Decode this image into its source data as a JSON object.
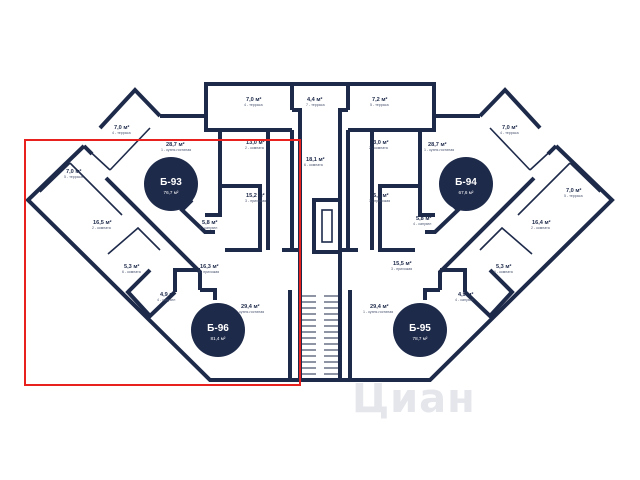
{
  "apartments": {
    "b93": {
      "code": "Б-93",
      "area": "76,7 м²"
    },
    "b94": {
      "code": "Б-94",
      "area": "67,6 м²"
    },
    "b95": {
      "code": "Б-95",
      "area": "78,7 м²"
    },
    "b96": {
      "code": "Б-96",
      "area": "81,4 м²"
    }
  },
  "rooms": {
    "r1": {
      "area": "7,0 м²",
      "name": "4 - терраса"
    },
    "r2": {
      "area": "4,4 м²",
      "name": "7 - терраса"
    },
    "r3": {
      "area": "7,2 м²",
      "name": "5 - терраса"
    },
    "r4": {
      "area": "7,0 м²",
      "name": "4 - терраса"
    },
    "r5": {
      "area": "7,0 м²",
      "name": "4 - терраса"
    },
    "r6": {
      "area": "28,7 м²",
      "name": "1 - кухня-гостиная"
    },
    "r7": {
      "area": "13,0 м²",
      "name": "2 - комната"
    },
    "r8": {
      "area": "13,0 м²",
      "name": "2 - комната"
    },
    "r9": {
      "area": "28,7 м²",
      "name": "1 - кухня-гостиная"
    },
    "r10": {
      "area": "7,0 м²",
      "name": "5 - терраса"
    },
    "r11": {
      "area": "18,1 м²",
      "name": "6 - комната"
    },
    "r12": {
      "area": "15,2 м²",
      "name": "3 - прихожая"
    },
    "r13": {
      "area": "15,2 м²",
      "name": "3 - прихожая"
    },
    "r14": {
      "area": "7,0 м²",
      "name": "5 - терраса"
    },
    "r15": {
      "area": "5,8 м²",
      "name": "4 - санузел"
    },
    "r16": {
      "area": "5,8 м²",
      "name": "4 - санузел"
    },
    "r17": {
      "area": "16,5 м²",
      "name": "2 - комната"
    },
    "r18": {
      "area": "16,4 м²",
      "name": "2 - комната"
    },
    "r19": {
      "area": "5,3 м²",
      "name": "6 - комната"
    },
    "r20": {
      "area": "16,3 м²",
      "name": "3 - прихожая"
    },
    "r21": {
      "area": "15,5 м²",
      "name": "3 - прихожая"
    },
    "r22": {
      "area": "5,3 м²",
      "name": "6 - комната"
    },
    "r23": {
      "area": "4,9 м²",
      "name": "4 - санузел"
    },
    "r24": {
      "area": "4,9 м²",
      "name": "4 - санузел"
    },
    "r25": {
      "area": "29,4 м²",
      "name": "1 - кухня-гостиная"
    },
    "r26": {
      "area": "29,4 м²",
      "name": "1 - кухня-гостиная"
    }
  },
  "watermark": {
    "text": "Циан"
  },
  "colors": {
    "wall": "#1e2a4a",
    "highlight": "#e8201e",
    "watermark": "#e4e6eb"
  }
}
